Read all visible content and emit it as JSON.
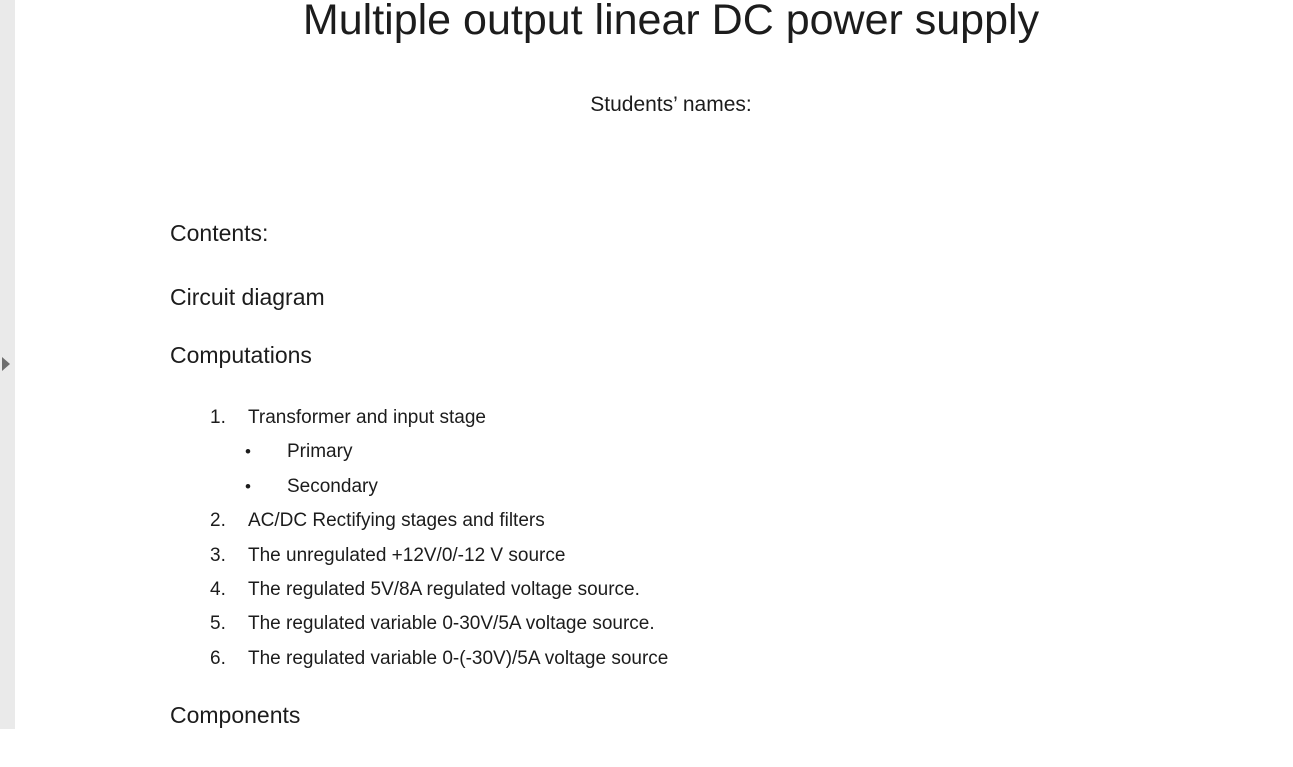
{
  "sidebar": {
    "expander_icon": "right-pointing-triangle"
  },
  "document": {
    "title": "Multiple output linear DC power supply",
    "subtitle": "Students’ names:",
    "sections": {
      "contents_heading": "Contents:",
      "circuit_heading": "Circuit diagram",
      "computations_heading": "Computations",
      "components_heading": "Components"
    },
    "computation_list": [
      {
        "marker": "1.",
        "text": "Transformer and input stage"
      },
      {
        "marker": "•",
        "text": "Primary"
      },
      {
        "marker": "•",
        "text": "Secondary"
      },
      {
        "marker": "2.",
        "text": "AC/DC Rectifying stages and filters"
      },
      {
        "marker": "3.",
        "text": "The unregulated +12V/0/-12 V source"
      },
      {
        "marker": "4.",
        "text": "The regulated 5V/8A regulated voltage source."
      },
      {
        "marker": "5.",
        "text": "The regulated variable 0-30V/5A voltage source."
      },
      {
        "marker": "6.",
        "text": "The regulated variable 0-(-30V)/5A voltage source"
      }
    ]
  },
  "colors": {
    "page_background": "#ffffff",
    "pane_strip": "#eaeaea",
    "expander_arrow": "#6e6e6e",
    "text": "#1c1c1c"
  }
}
